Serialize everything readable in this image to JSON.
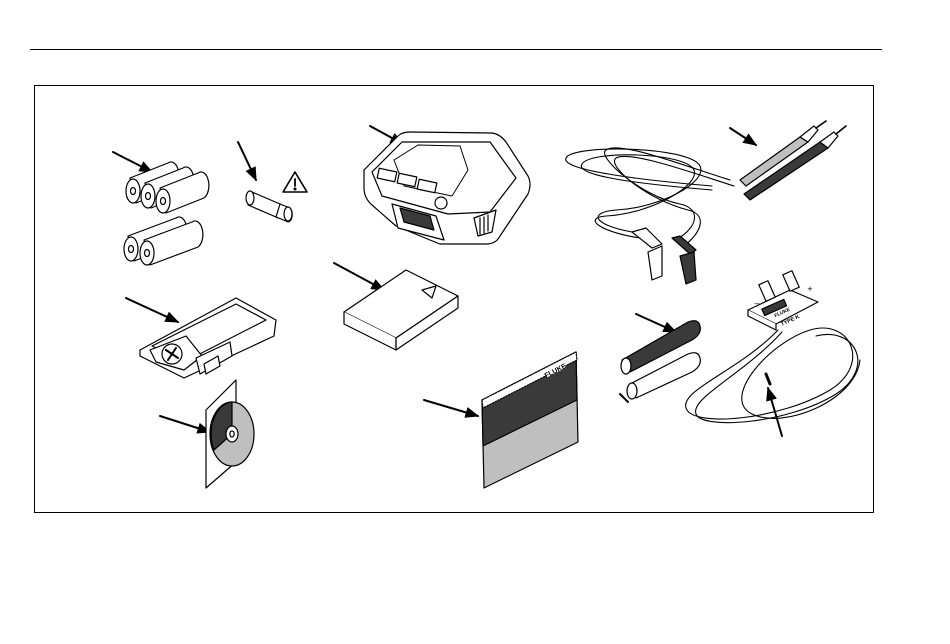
{
  "labels": {
    "manual_brand": "FLUKE",
    "connector_brand": "FLUKE",
    "connector_type": "TYPE K",
    "plus": "+",
    "minus": "–"
  },
  "colors": {
    "line": "#000000",
    "fill_light": "#ffffff",
    "fill_gray": "#bfbfbf",
    "fill_dark": "#3a3a3a"
  }
}
